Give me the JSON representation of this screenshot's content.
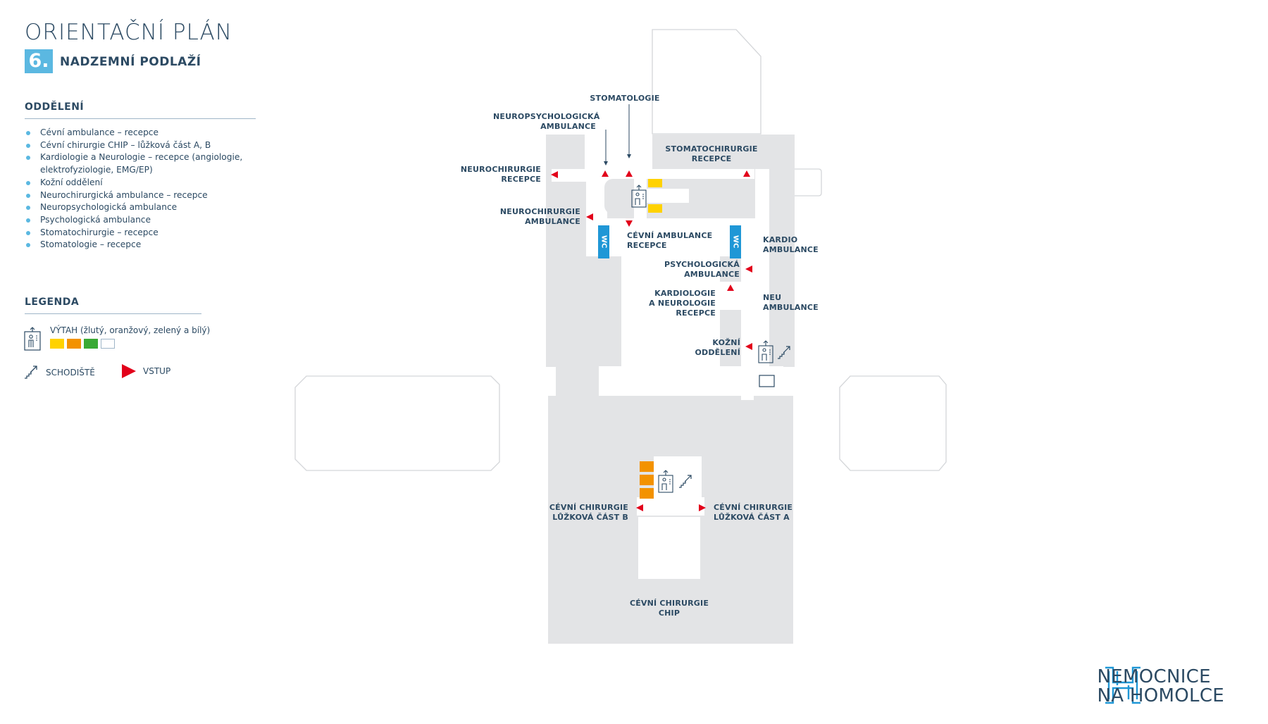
{
  "header": {
    "title": "ORIENTAČNÍ PLÁN",
    "floor_number": "6.",
    "floor_name": "NADZEMNÍ PODLAŽÍ"
  },
  "departments": {
    "heading": "ODDĚLENÍ",
    "items": [
      "Cévní ambulance – recepce",
      "Cévní chirurgie CHIP – lůžková část A, B",
      "Kardiologie a Neurologie – recepce (angiologie,",
      "elektrofyziologie, EMG/EP)",
      "Kožní oddělení",
      "Neurochirurgická ambulance – recepce",
      "Neuropsychologická ambulance",
      "Psychologická ambulance",
      "Stomatochirurgie – recepce",
      "Stomatologie – recepce"
    ]
  },
  "legend": {
    "heading": "LEGENDA",
    "elevator": "VÝTAH (žlutý, oranžový, zelený a bílý)",
    "stairs": "SCHODIŠTĚ",
    "entrance": "VSTUP",
    "elevator_colors": [
      "#ffd200",
      "#f39200",
      "#3aaa35",
      "#ffffff"
    ]
  },
  "map_labels": {
    "stomatologie": "STOMATOLOGIE",
    "neuropsych_1": "NEUROPSYCHOLOGICKÁ",
    "neuropsych_2": "AMBULANCE",
    "stomatochir_1": "STOMATOCHIRURGIE",
    "stomatochir_2": "RECEPCE",
    "neurochir_rec_1": "NEUROCHIRURGIE",
    "neurochir_rec_2": "RECEPCE",
    "neurochir_amb_1": "NEUROCHIRURGIE",
    "neurochir_amb_2": "AMBULANCE",
    "cevni_amb_1": "CÉVNÍ AMBULANCE",
    "cevni_amb_2": "RECEPCE",
    "kardio_1": "KARDIO",
    "kardio_2": "AMBULANCE",
    "psych_1": "PSYCHOLOGICKÁ",
    "psych_2": "AMBULANCE",
    "neu_1": "NEU",
    "neu_2": "AMBULANCE",
    "kardneu_1": "KARDIOLOGIE",
    "kardneu_2": "A NEUROLOGIE",
    "kardneu_3": "RECEPCE",
    "kozni_1": "KOŽNÍ",
    "kozni_2": "ODDĚLENÍ",
    "wc": "WC",
    "chir_b_1": "CÉVNÍ CHIRURGIE",
    "chir_b_2": "LŮŽKOVÁ ČÁST B",
    "chir_a_1": "CÉVNÍ CHIRURGIE",
    "chir_a_2": "LŮŽKOVÁ ČÁST A",
    "chip_1": "CÉVNÍ CHIRURGIE",
    "chip_2": "CHIP"
  },
  "logo": {
    "line1": "NEMOCNICE",
    "line2": "NA HOMOLCE"
  },
  "colors": {
    "text": "#2c4a63",
    "accent": "#5bb8e1",
    "building": "#e3e4e6",
    "entrance": "#e2001a",
    "wc": "#1f97d6",
    "outline": "#d4d6d9"
  }
}
